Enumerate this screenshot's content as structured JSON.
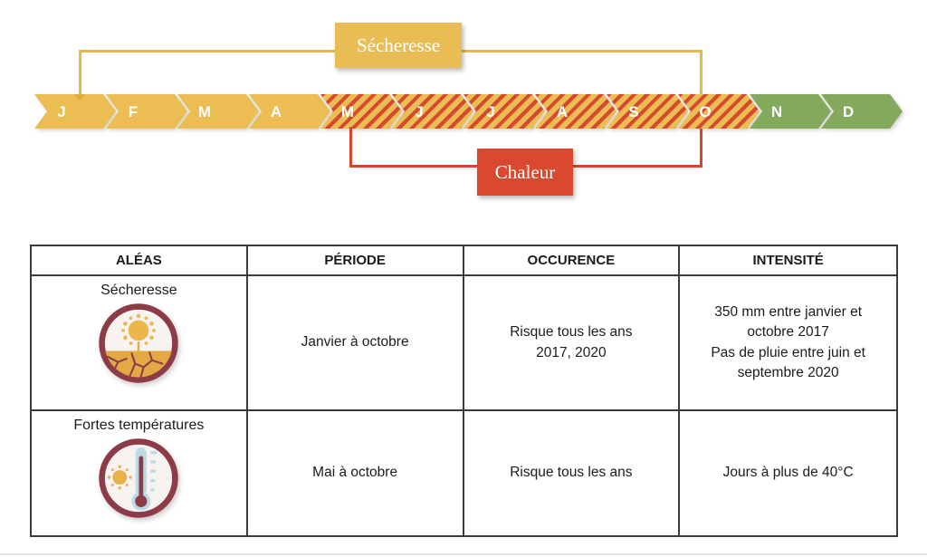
{
  "timeline": {
    "drought_label": "Sécheresse",
    "heat_label": "Chaleur",
    "months": [
      {
        "label": "J",
        "hazards": "drought"
      },
      {
        "label": "F",
        "hazards": "drought"
      },
      {
        "label": "M",
        "hazards": "drought"
      },
      {
        "label": "A",
        "hazards": "drought"
      },
      {
        "label": "M",
        "hazards": "drought+heat"
      },
      {
        "label": "J",
        "hazards": "drought+heat"
      },
      {
        "label": "J",
        "hazards": "drought+heat"
      },
      {
        "label": "A",
        "hazards": "drought+heat"
      },
      {
        "label": "S",
        "hazards": "drought+heat"
      },
      {
        "label": "O",
        "hazards": "drought+heat"
      },
      {
        "label": "N",
        "hazards": "none"
      },
      {
        "label": "D",
        "hazards": "none"
      }
    ],
    "colors": {
      "drought_gold": "#ecbd53",
      "heat_red": "#d8492f",
      "no_hazard_green": "#83a95d",
      "icon_ring_maroon": "#8c3b47"
    }
  },
  "table": {
    "headers": [
      "ALÉAS",
      "PÉRIODE",
      "OCCURENCE",
      "INTENSITÉ"
    ],
    "rows": [
      {
        "alea": "Sécheresse",
        "icon": "drought-sun-cracked-earth-icon",
        "periode": "Janvier à octobre",
        "occurence_line1": "Risque tous les ans",
        "occurence_line2": "2017, 2020",
        "intensite_line1": "350 mm entre janvier et octobre 2017",
        "intensite_line2": "Pas de pluie entre juin et septembre 2020"
      },
      {
        "alea": "Fortes températures",
        "icon": "thermometer-sun-icon",
        "periode": "Mai à octobre",
        "occurence_line1": "Risque tous les ans",
        "intensite_line1": "Jours à plus de 40°C"
      }
    ]
  }
}
